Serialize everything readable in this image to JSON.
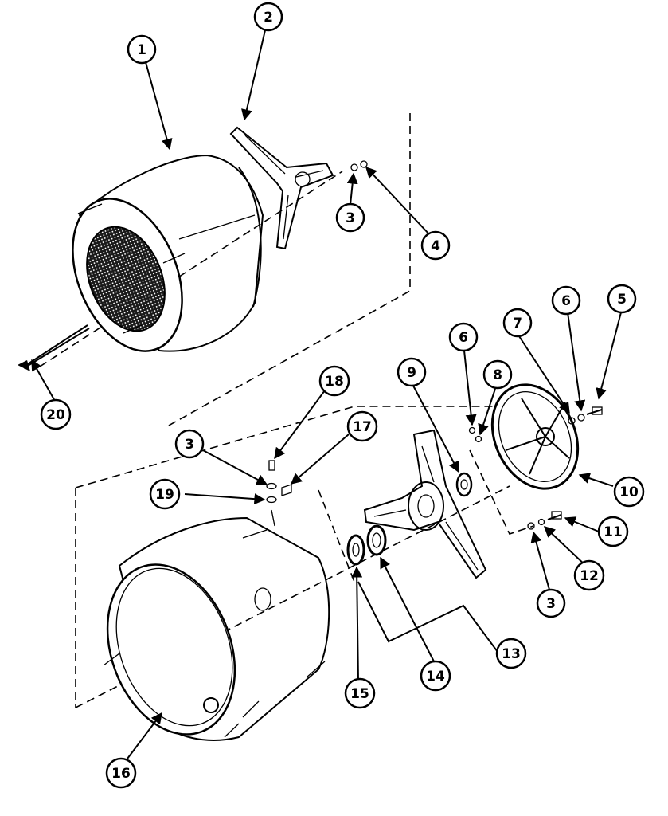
{
  "callouts": [
    {
      "id": "c1",
      "label": "1"
    },
    {
      "id": "c2",
      "label": "2"
    },
    {
      "id": "c3a",
      "label": "3"
    },
    {
      "id": "c4",
      "label": "4"
    },
    {
      "id": "c5a",
      "label": "5"
    },
    {
      "id": "c6a",
      "label": "6"
    },
    {
      "id": "c7",
      "label": "7"
    },
    {
      "id": "c6b",
      "label": "6"
    },
    {
      "id": "c8",
      "label": "8"
    },
    {
      "id": "c9",
      "label": "9"
    },
    {
      "id": "c10",
      "label": "10"
    },
    {
      "id": "c11",
      "label": "11"
    },
    {
      "id": "c12",
      "label": "12"
    },
    {
      "id": "c3b",
      "label": "3"
    },
    {
      "id": "c13",
      "label": "13"
    },
    {
      "id": "c14",
      "label": "14"
    },
    {
      "id": "c15",
      "label": "15"
    },
    {
      "id": "c16",
      "label": "16"
    },
    {
      "id": "c18",
      "label": "18"
    },
    {
      "id": "c17",
      "label": "17"
    },
    {
      "id": "c3c",
      "label": "3"
    },
    {
      "id": "c19",
      "label": "19"
    },
    {
      "id": "c20",
      "label": "20"
    }
  ]
}
